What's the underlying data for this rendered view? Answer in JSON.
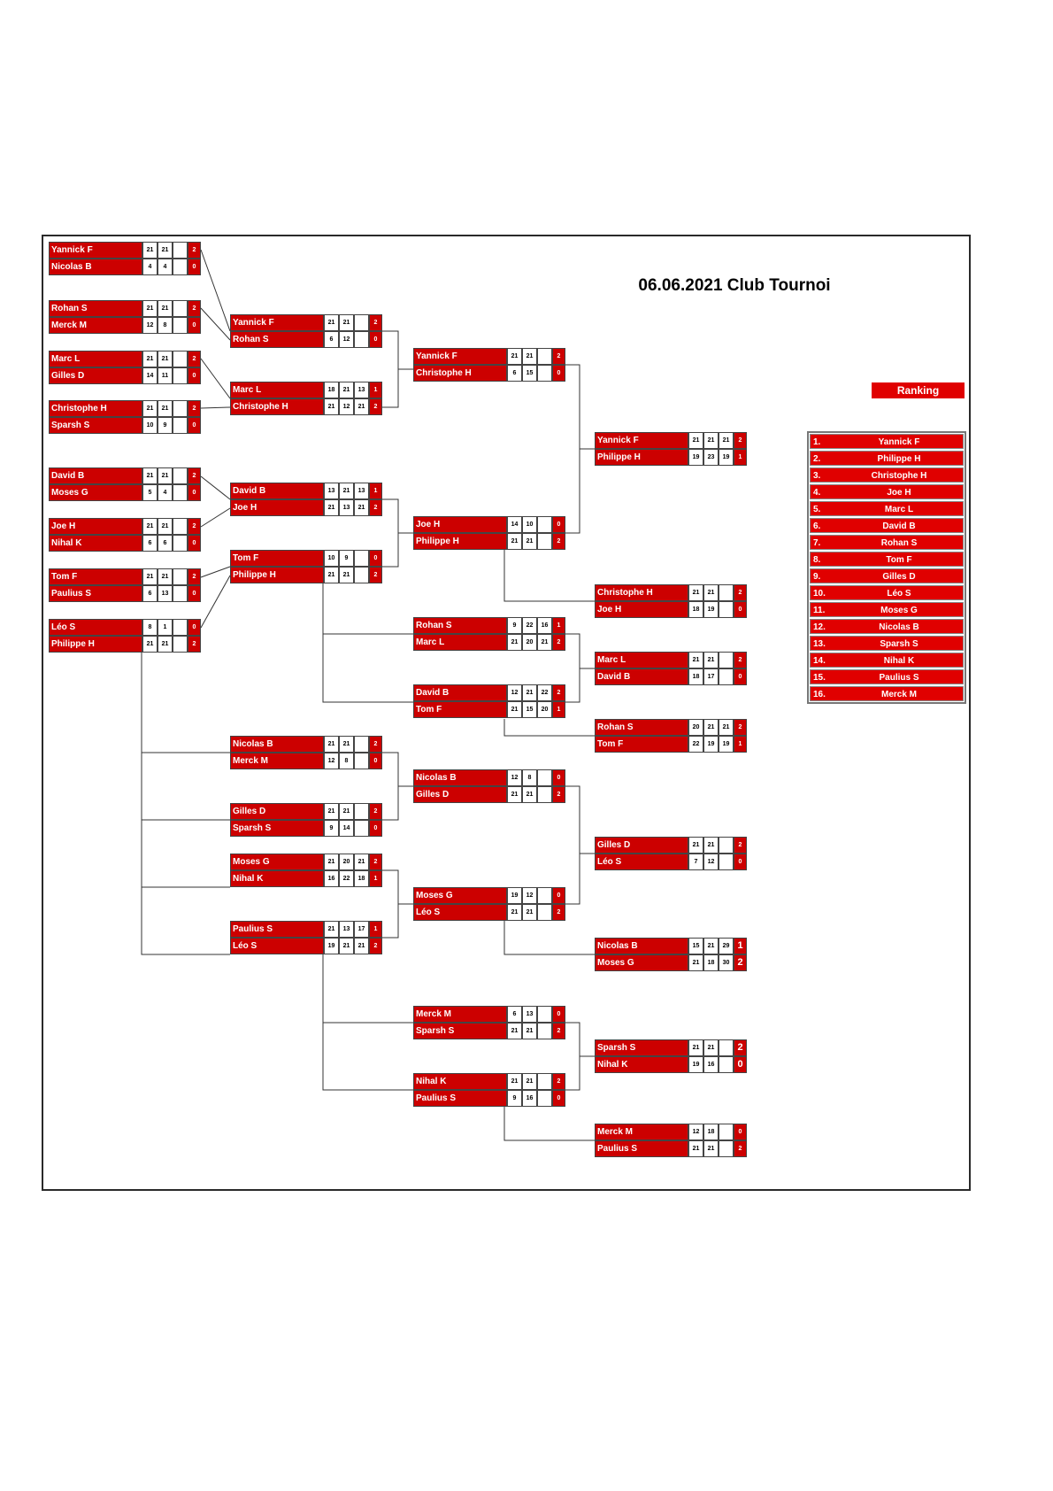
{
  "title": "06.06.2021 Club Tournoi",
  "ranking_header": "Ranking",
  "ranking": [
    {
      "pos": "1.",
      "name": "Yannick F"
    },
    {
      "pos": "2.",
      "name": "Philippe H"
    },
    {
      "pos": "3.",
      "name": "Christophe H"
    },
    {
      "pos": "4.",
      "name": "Joe H"
    },
    {
      "pos": "5.",
      "name": "Marc L"
    },
    {
      "pos": "6.",
      "name": "David B"
    },
    {
      "pos": "7.",
      "name": "Rohan S"
    },
    {
      "pos": "8.",
      "name": "Tom F"
    },
    {
      "pos": "9.",
      "name": "Gilles D"
    },
    {
      "pos": "10.",
      "name": "Léo S"
    },
    {
      "pos": "11.",
      "name": "Moses G"
    },
    {
      "pos": "12.",
      "name": "Nicolas B"
    },
    {
      "pos": "13.",
      "name": "Sparsh S"
    },
    {
      "pos": "14.",
      "name": "Nihal K"
    },
    {
      "pos": "15.",
      "name": "Paulius S"
    },
    {
      "pos": "16.",
      "name": "Merck M"
    }
  ],
  "matches": [
    {
      "p1": {
        "name": "Yannick F",
        "scores": [
          "21",
          "21",
          ""
        ],
        "result": "2"
      },
      "p2": {
        "name": "Nicolas B",
        "scores": [
          "4",
          "4",
          ""
        ],
        "result": "0"
      }
    },
    {
      "p1": {
        "name": "Rohan S",
        "scores": [
          "21",
          "21",
          ""
        ],
        "result": "2"
      },
      "p2": {
        "name": "Merck M",
        "scores": [
          "12",
          "8",
          ""
        ],
        "result": "0"
      }
    },
    {
      "p1": {
        "name": "Marc L",
        "scores": [
          "21",
          "21",
          ""
        ],
        "result": "2"
      },
      "p2": {
        "name": "Gilles D",
        "scores": [
          "14",
          "11",
          ""
        ],
        "result": "0"
      }
    },
    {
      "p1": {
        "name": "Christophe H",
        "scores": [
          "21",
          "21",
          ""
        ],
        "result": "2"
      },
      "p2": {
        "name": "Sparsh S",
        "scores": [
          "10",
          "9",
          ""
        ],
        "result": "0"
      }
    },
    {
      "p1": {
        "name": "David B",
        "scores": [
          "21",
          "21",
          ""
        ],
        "result": "2"
      },
      "p2": {
        "name": "Moses G",
        "scores": [
          "5",
          "4",
          ""
        ],
        "result": "0"
      }
    },
    {
      "p1": {
        "name": "Joe H",
        "scores": [
          "21",
          "21",
          ""
        ],
        "result": "2"
      },
      "p2": {
        "name": "Nihal K",
        "scores": [
          "6",
          "6",
          ""
        ],
        "result": "0"
      }
    },
    {
      "p1": {
        "name": "Tom F",
        "scores": [
          "21",
          "21",
          ""
        ],
        "result": "2"
      },
      "p2": {
        "name": "Paulius S",
        "scores": [
          "6",
          "13",
          ""
        ],
        "result": "0"
      }
    },
    {
      "p1": {
        "name": "Léo S",
        "scores": [
          "8",
          "1",
          ""
        ],
        "result": "0"
      },
      "p2": {
        "name": "Philippe H",
        "scores": [
          "21",
          "21",
          ""
        ],
        "result": "2"
      }
    },
    {
      "p1": {
        "name": "Yannick F",
        "scores": [
          "21",
          "21",
          ""
        ],
        "result": "2"
      },
      "p2": {
        "name": "Rohan S",
        "scores": [
          "6",
          "12",
          ""
        ],
        "result": "0"
      }
    },
    {
      "p1": {
        "name": "Marc L",
        "scores": [
          "18",
          "21",
          "13"
        ],
        "result": "1"
      },
      "p2": {
        "name": "Christophe H",
        "scores": [
          "21",
          "12",
          "21"
        ],
        "result": "2"
      }
    },
    {
      "p1": {
        "name": "David B",
        "scores": [
          "13",
          "21",
          "13"
        ],
        "result": "1"
      },
      "p2": {
        "name": "Joe H",
        "scores": [
          "21",
          "13",
          "21"
        ],
        "result": "2"
      }
    },
    {
      "p1": {
        "name": "Tom F",
        "scores": [
          "10",
          "9",
          ""
        ],
        "result": "0"
      },
      "p2": {
        "name": "Philippe H",
        "scores": [
          "21",
          "21",
          ""
        ],
        "result": "2"
      }
    },
    {
      "p1": {
        "name": "Nicolas B",
        "scores": [
          "21",
          "21",
          ""
        ],
        "result": "2"
      },
      "p2": {
        "name": "Merck M",
        "scores": [
          "12",
          "8",
          ""
        ],
        "result": "0"
      }
    },
    {
      "p1": {
        "name": "Gilles D",
        "scores": [
          "21",
          "21",
          ""
        ],
        "result": "2"
      },
      "p2": {
        "name": "Sparsh S",
        "scores": [
          "9",
          "14",
          ""
        ],
        "result": "0"
      }
    },
    {
      "p1": {
        "name": "Moses G",
        "scores": [
          "21",
          "20",
          "21"
        ],
        "result": "2"
      },
      "p2": {
        "name": "Nihal K",
        "scores": [
          "16",
          "22",
          "18"
        ],
        "result": "1"
      }
    },
    {
      "p1": {
        "name": "Paulius S",
        "scores": [
          "21",
          "13",
          "17"
        ],
        "result": "1"
      },
      "p2": {
        "name": "Léo S",
        "scores": [
          "19",
          "21",
          "21"
        ],
        "result": "2"
      }
    },
    {
      "p1": {
        "name": "Yannick F",
        "scores": [
          "21",
          "21",
          ""
        ],
        "result": "2"
      },
      "p2": {
        "name": "Christophe H",
        "scores": [
          "6",
          "15",
          ""
        ],
        "result": "0"
      }
    },
    {
      "p1": {
        "name": "Joe H",
        "scores": [
          "14",
          "10",
          ""
        ],
        "result": "0"
      },
      "p2": {
        "name": "Philippe H",
        "scores": [
          "21",
          "21",
          ""
        ],
        "result": "2"
      }
    },
    {
      "p1": {
        "name": "Rohan S",
        "scores": [
          "9",
          "22",
          "16"
        ],
        "result": "1"
      },
      "p2": {
        "name": "Marc L",
        "scores": [
          "21",
          "20",
          "21"
        ],
        "result": "2"
      }
    },
    {
      "p1": {
        "name": "David B",
        "scores": [
          "12",
          "21",
          "22"
        ],
        "result": "2"
      },
      "p2": {
        "name": "Tom F",
        "scores": [
          "21",
          "15",
          "20"
        ],
        "result": "1"
      }
    },
    {
      "p1": {
        "name": "Nicolas B",
        "scores": [
          "12",
          "8",
          ""
        ],
        "result": "0"
      },
      "p2": {
        "name": "Gilles D",
        "scores": [
          "21",
          "21",
          ""
        ],
        "result": "2"
      }
    },
    {
      "p1": {
        "name": "Moses G",
        "scores": [
          "19",
          "12",
          ""
        ],
        "result": "0"
      },
      "p2": {
        "name": "Léo S",
        "scores": [
          "21",
          "21",
          ""
        ],
        "result": "2"
      }
    },
    {
      "p1": {
        "name": "Merck M",
        "scores": [
          "6",
          "13",
          ""
        ],
        "result": "0"
      },
      "p2": {
        "name": "Sparsh S",
        "scores": [
          "21",
          "21",
          ""
        ],
        "result": "2"
      }
    },
    {
      "p1": {
        "name": "Nihal K",
        "scores": [
          "21",
          "21",
          ""
        ],
        "result": "2"
      },
      "p2": {
        "name": "Paulius S",
        "scores": [
          "9",
          "16",
          ""
        ],
        "result": "0"
      }
    },
    {
      "p1": {
        "name": "Yannick F",
        "scores": [
          "21",
          "21",
          "21"
        ],
        "result": "2"
      },
      "p2": {
        "name": "Philippe H",
        "scores": [
          "19",
          "23",
          "19"
        ],
        "result": "1"
      }
    },
    {
      "p1": {
        "name": "Christophe H",
        "scores": [
          "21",
          "21",
          ""
        ],
        "result": "2"
      },
      "p2": {
        "name": "Joe H",
        "scores": [
          "18",
          "19",
          ""
        ],
        "result": "0"
      }
    },
    {
      "p1": {
        "name": "Marc L",
        "scores": [
          "21",
          "21",
          ""
        ],
        "result": "2"
      },
      "p2": {
        "name": "David B",
        "scores": [
          "18",
          "17",
          ""
        ],
        "result": "0"
      }
    },
    {
      "p1": {
        "name": "Rohan S",
        "scores": [
          "20",
          "21",
          "21"
        ],
        "result": "2"
      },
      "p2": {
        "name": "Tom F",
        "scores": [
          "22",
          "19",
          "19"
        ],
        "result": "1"
      }
    },
    {
      "p1": {
        "name": "Gilles D",
        "scores": [
          "21",
          "21",
          ""
        ],
        "result": "2"
      },
      "p2": {
        "name": "Léo S",
        "scores": [
          "7",
          "12",
          ""
        ],
        "result": "0"
      }
    },
    {
      "p1": {
        "name": "Nicolas B",
        "scores": [
          "15",
          "21",
          "29"
        ],
        "result": "1"
      },
      "p2": {
        "name": "Moses G",
        "scores": [
          "21",
          "18",
          "30"
        ],
        "result": "2"
      }
    },
    {
      "p1": {
        "name": "Sparsh S",
        "scores": [
          "21",
          "21",
          ""
        ],
        "result": "2"
      },
      "p2": {
        "name": "Nihal K",
        "scores": [
          "19",
          "16",
          ""
        ],
        "result": "0"
      }
    },
    {
      "p1": {
        "name": "Merck M",
        "scores": [
          "12",
          "18",
          ""
        ],
        "result": "0"
      },
      "p2": {
        "name": "Paulius S",
        "scores": [
          "21",
          "21",
          ""
        ],
        "result": "2"
      }
    }
  ]
}
